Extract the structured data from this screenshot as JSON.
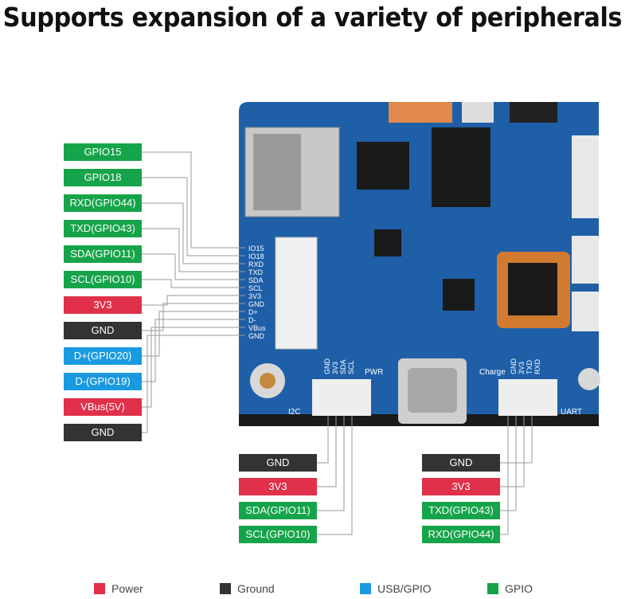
{
  "title": "Supports expansion of a variety of peripherals",
  "colors": {
    "gpio": "#16a44a",
    "power": "#e0304a",
    "ground": "#333333",
    "usb": "#1a9ae0",
    "board": "#1e5fa8"
  },
  "left_labels": [
    {
      "text": "GPIO15",
      "type": "gpio"
    },
    {
      "text": "GPIO18",
      "type": "gpio"
    },
    {
      "text": "RXD(GPIO44)",
      "type": "gpio"
    },
    {
      "text": "TXD(GPIO43)",
      "type": "gpio"
    },
    {
      "text": "SDA(GPIO11)",
      "type": "gpio"
    },
    {
      "text": "SCL(GPIO10)",
      "type": "gpio"
    },
    {
      "text": "3V3",
      "type": "power"
    },
    {
      "text": "GND",
      "type": "ground"
    },
    {
      "text": "D+(GPIO20)",
      "type": "usb"
    },
    {
      "text": "D-(GPIO19)",
      "type": "usb"
    },
    {
      "text": "VBus(5V)",
      "type": "power"
    },
    {
      "text": "GND",
      "type": "ground"
    }
  ],
  "side_pins": [
    "IO15",
    "IO18",
    "RXD",
    "TXD",
    "SDA",
    "SCL",
    "3V3",
    "GND",
    "D+",
    "D-",
    "VBus",
    "GND"
  ],
  "i2c_pins": [
    "GND",
    "3V3",
    "SDA",
    "SCL"
  ],
  "uart_pins": [
    "GND",
    "3V3",
    "TXD",
    "RXD"
  ],
  "i2c_labels": [
    {
      "text": "GND",
      "type": "ground"
    },
    {
      "text": "3V3",
      "type": "power"
    },
    {
      "text": "SDA(GPIO11)",
      "type": "gpio"
    },
    {
      "text": "SCL(GPIO10)",
      "type": "gpio"
    }
  ],
  "uart_labels": [
    {
      "text": "GND",
      "type": "ground"
    },
    {
      "text": "3V3",
      "type": "power"
    },
    {
      "text": "TXD(GPIO43)",
      "type": "gpio"
    },
    {
      "text": "RXD(GPIO44)",
      "type": "gpio"
    }
  ],
  "board_text": {
    "i2c": "I2C",
    "uart": "UART",
    "pwr": "PWR",
    "charge": "Charge"
  },
  "legend": [
    {
      "text": "Power",
      "type": "power"
    },
    {
      "text": "Ground",
      "type": "ground"
    },
    {
      "text": "USB/GPIO",
      "type": "usb"
    },
    {
      "text": "GPIO",
      "type": "gpio"
    }
  ]
}
